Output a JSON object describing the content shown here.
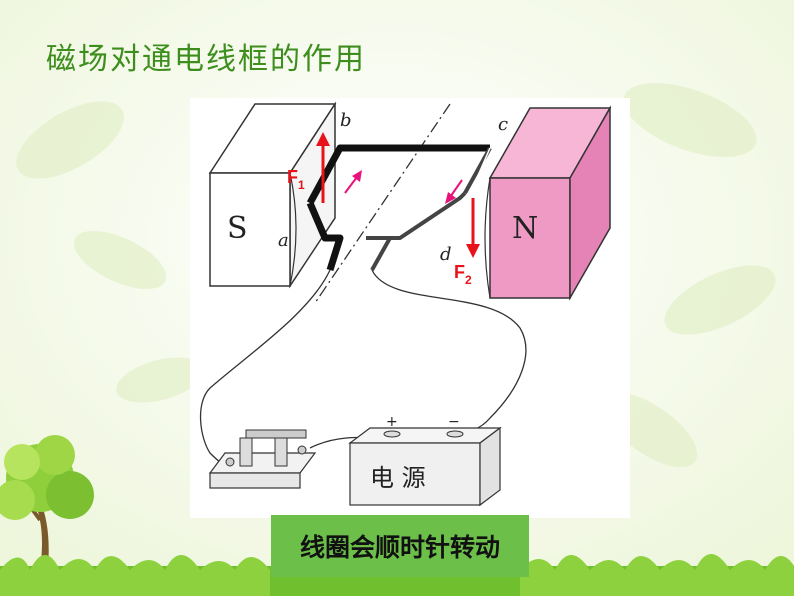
{
  "title": "磁场对通电线框的作用",
  "diagram": {
    "magnet_south": "S",
    "magnet_north": "N",
    "label_a": "a",
    "label_b": "b",
    "label_c": "c",
    "label_d": "d",
    "force_1": "F",
    "force_1_sub": "1",
    "force_2": "F",
    "force_2_sub": "2",
    "battery_label": "电 源",
    "battery_plus": "+",
    "battery_minus": "−"
  },
  "caption": "线圈会顺时针转动",
  "colors": {
    "title": "#3e8e1e",
    "force_arrow": "#e8121b",
    "current_arrow": "#e8127a",
    "magnet_north": "#ef9ac4",
    "caption_bg": "#6cc04a"
  }
}
